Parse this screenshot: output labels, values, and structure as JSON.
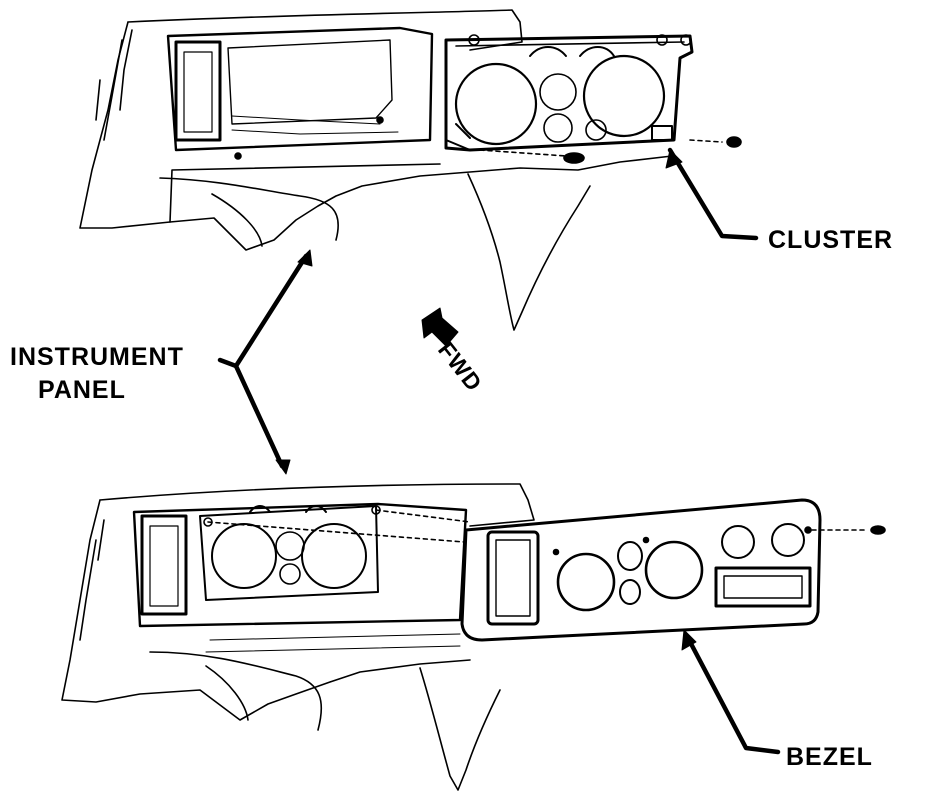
{
  "labels": {
    "cluster": "CLUSTER",
    "instrument_panel_line1": "INSTRUMENT",
    "instrument_panel_line2": "PANEL",
    "fwd": "FWD",
    "bezel": "BEZEL"
  },
  "colors": {
    "ink": "#000000",
    "paper": "#ffffff"
  }
}
